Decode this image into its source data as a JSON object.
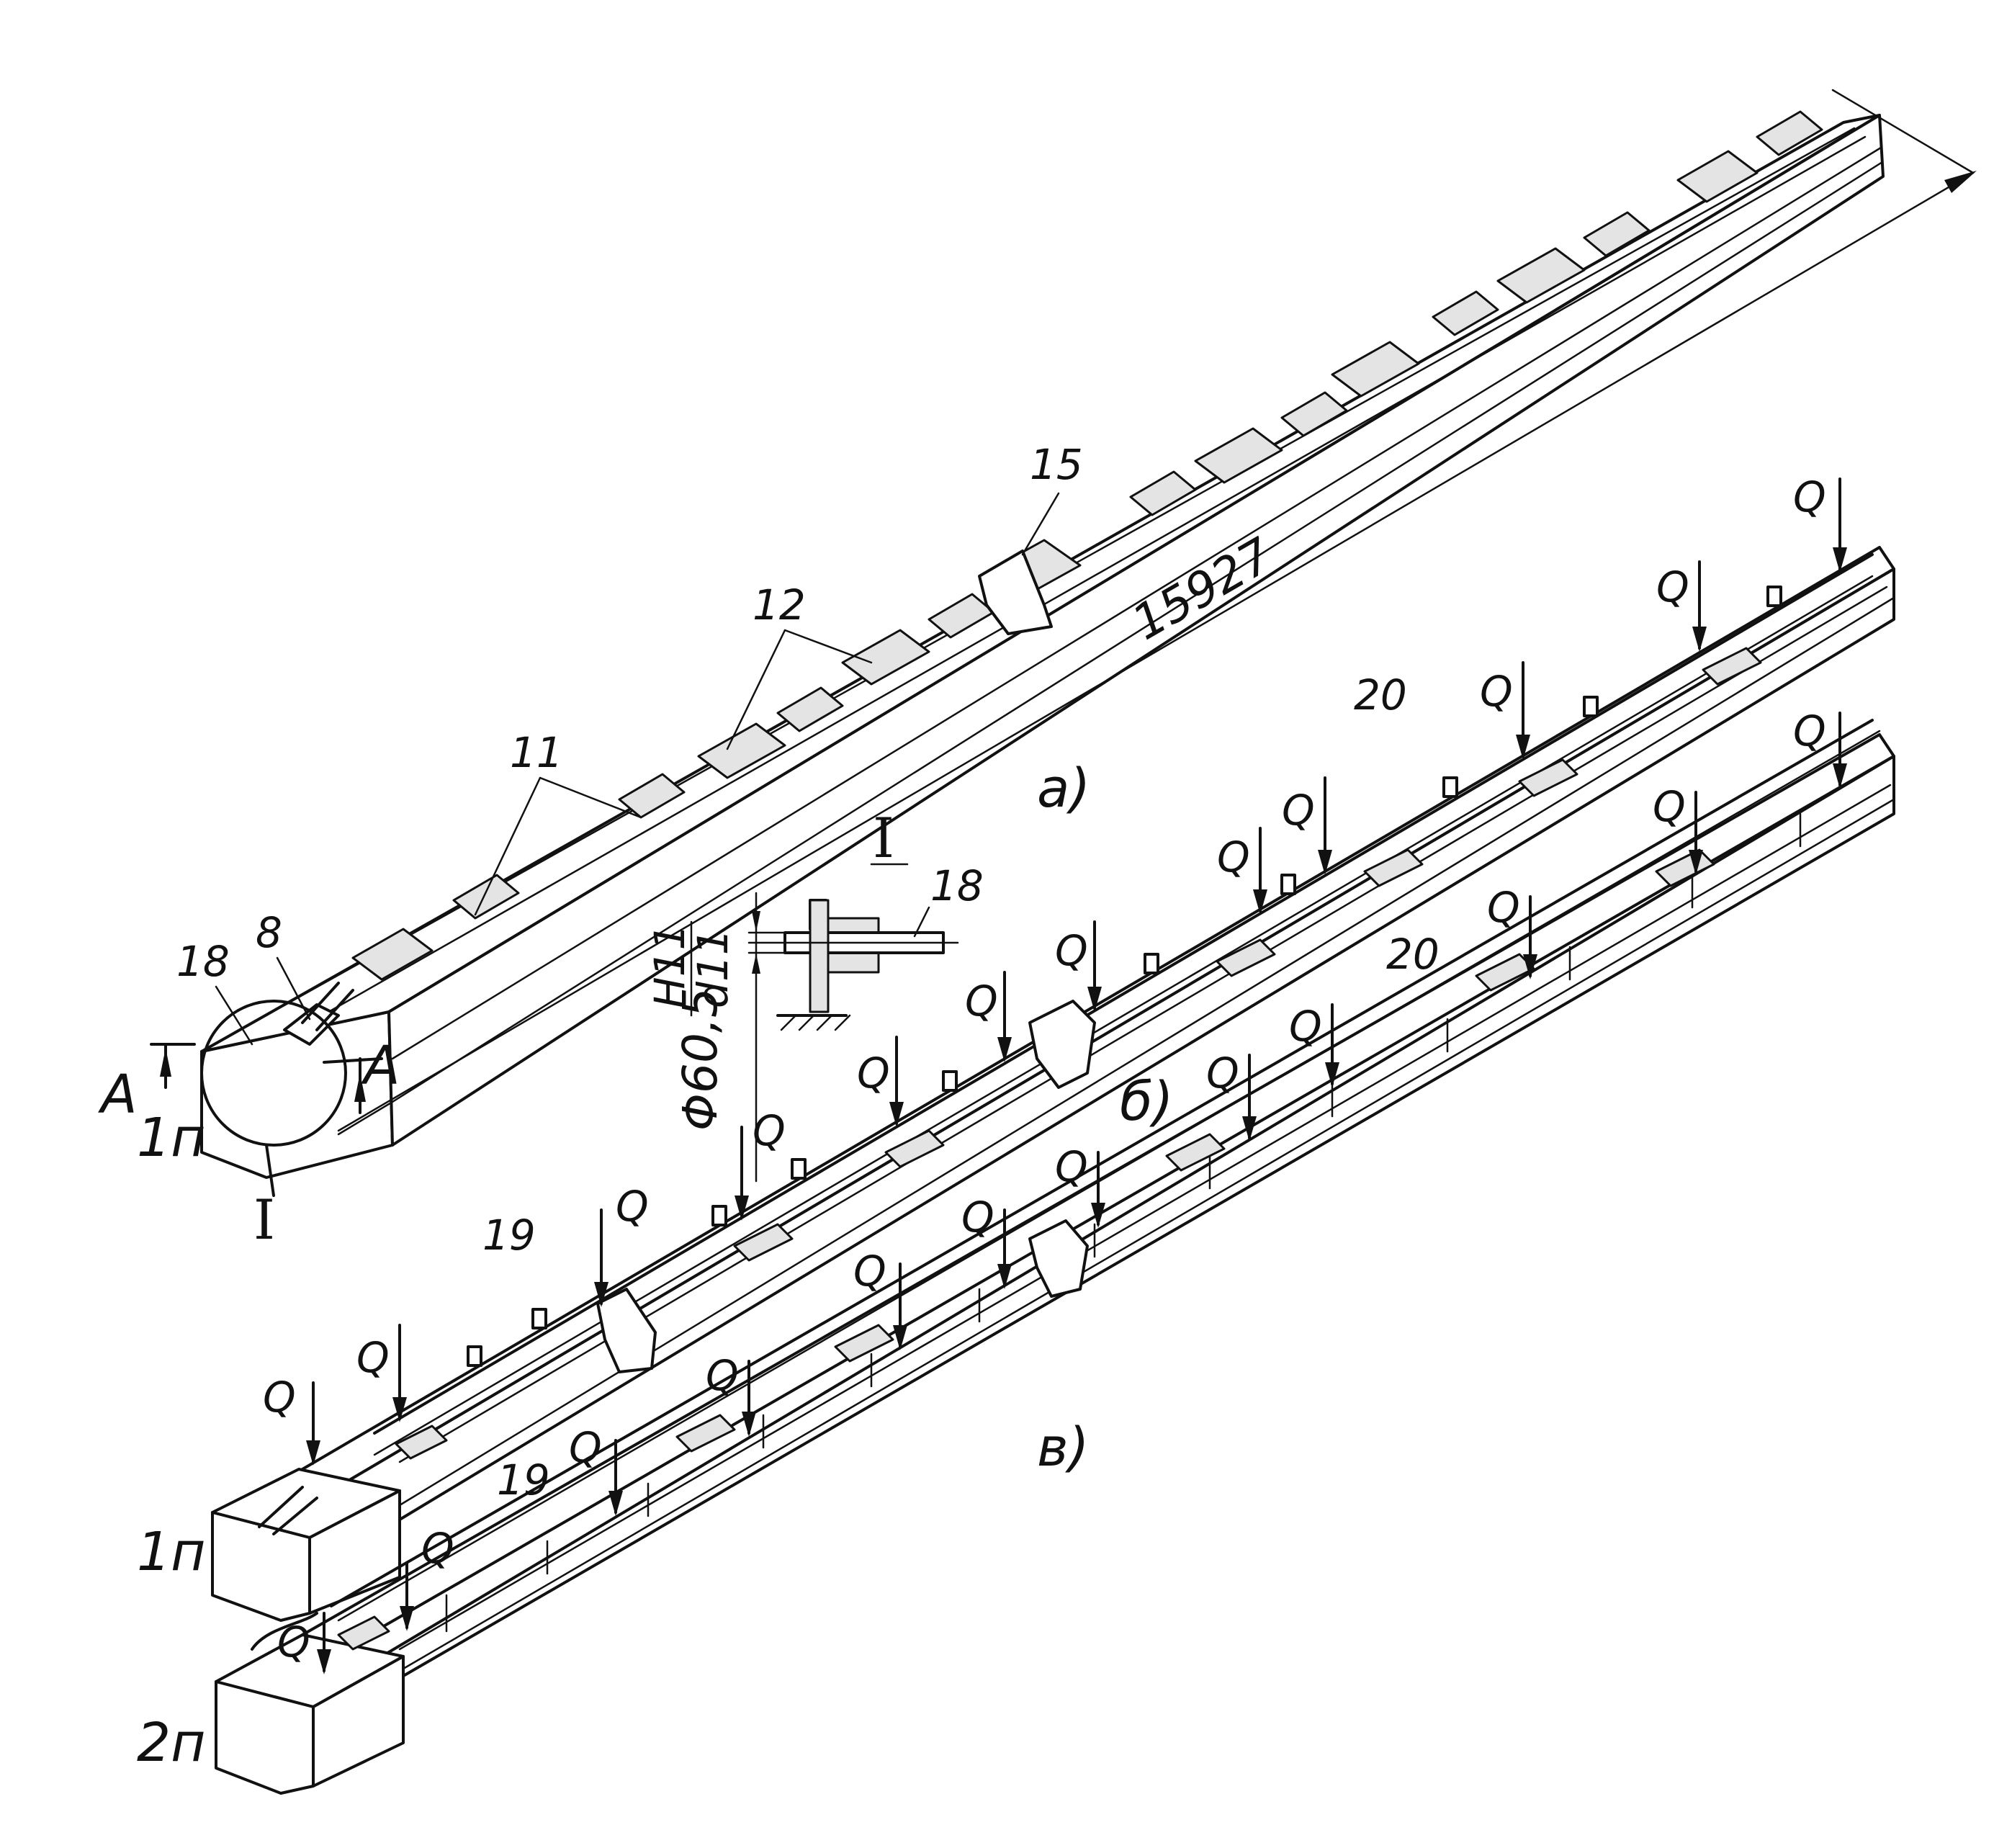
{
  "labels": {
    "A": "A",
    "part_1n": "1п",
    "part_2n": "2п",
    "section": "I",
    "detail_section": "I",
    "sub_a": "а)",
    "sub_b": "б)",
    "sub_v": "в)",
    "dimension_length": "15927",
    "diameter_main": "Φ60,5",
    "fit_hole": "H11",
    "fit_shaft": "d11",
    "ref_8": "8",
    "ref_11": "11",
    "ref_12": "12",
    "ref_15": "15",
    "ref_18": "18",
    "ref_18_detail": "18",
    "ref_19": "19",
    "ref_20": "20",
    "load": "Q"
  }
}
